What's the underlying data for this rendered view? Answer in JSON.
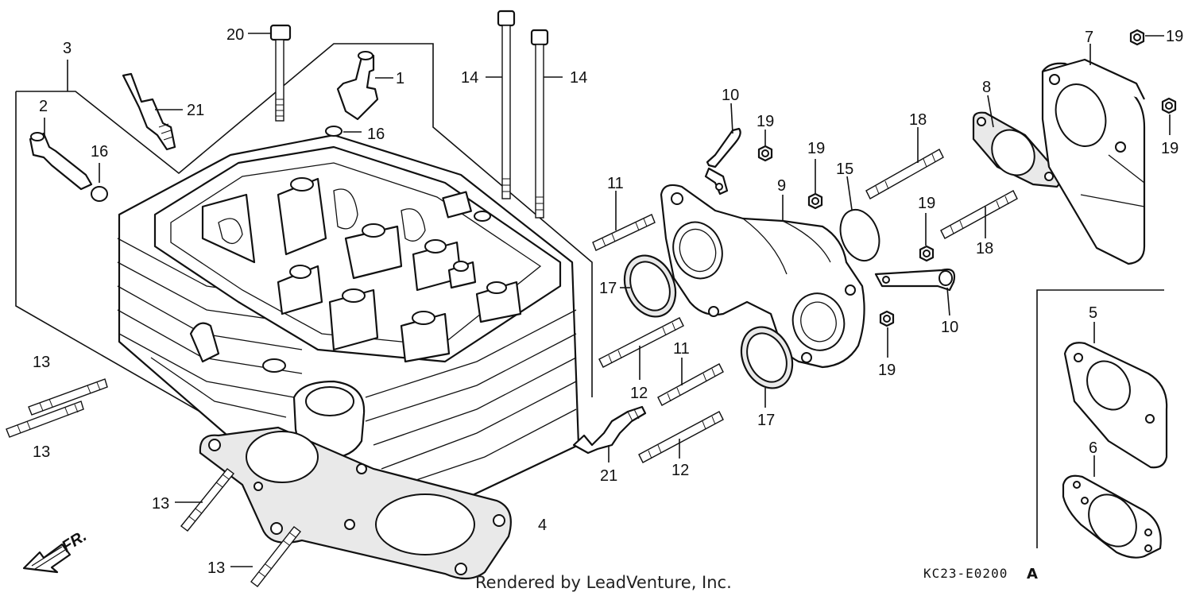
{
  "callouts": [
    {
      "id": "c1",
      "label": "1"
    },
    {
      "id": "c2",
      "label": "2"
    },
    {
      "id": "c3",
      "label": "3"
    },
    {
      "id": "c4",
      "label": "4"
    },
    {
      "id": "c5",
      "label": "5"
    },
    {
      "id": "c6",
      "label": "6"
    },
    {
      "id": "c7",
      "label": "7"
    },
    {
      "id": "c8",
      "label": "8"
    },
    {
      "id": "c9",
      "label": "9"
    },
    {
      "id": "c10a",
      "label": "10"
    },
    {
      "id": "c10b",
      "label": "10"
    },
    {
      "id": "c11a",
      "label": "11"
    },
    {
      "id": "c11b",
      "label": "11"
    },
    {
      "id": "c12a",
      "label": "12"
    },
    {
      "id": "c12b",
      "label": "12"
    },
    {
      "id": "c13a",
      "label": "13"
    },
    {
      "id": "c13b",
      "label": "13"
    },
    {
      "id": "c13c",
      "label": "13"
    },
    {
      "id": "c13d",
      "label": "13"
    },
    {
      "id": "c14a",
      "label": "14"
    },
    {
      "id": "c14b",
      "label": "14"
    },
    {
      "id": "c15",
      "label": "15"
    },
    {
      "id": "c16a",
      "label": "16"
    },
    {
      "id": "c16b",
      "label": "16"
    },
    {
      "id": "c17a",
      "label": "17"
    },
    {
      "id": "c17b",
      "label": "17"
    },
    {
      "id": "c18a",
      "label": "18"
    },
    {
      "id": "c18b",
      "label": "18"
    },
    {
      "id": "c19a",
      "label": "19"
    },
    {
      "id": "c19b",
      "label": "19"
    },
    {
      "id": "c19c",
      "label": "19"
    },
    {
      "id": "c19d",
      "label": "19"
    },
    {
      "id": "c19e",
      "label": "19"
    },
    {
      "id": "c19f",
      "label": "19"
    },
    {
      "id": "c20",
      "label": "20"
    },
    {
      "id": "c21a",
      "label": "21"
    },
    {
      "id": "c21b",
      "label": "21"
    }
  ],
  "direction_label": "FR.",
  "footer_text": "Rendered by LeadVenture, Inc.",
  "diagram_code": "KC23-E0200",
  "diagram_code_suffix": "A"
}
